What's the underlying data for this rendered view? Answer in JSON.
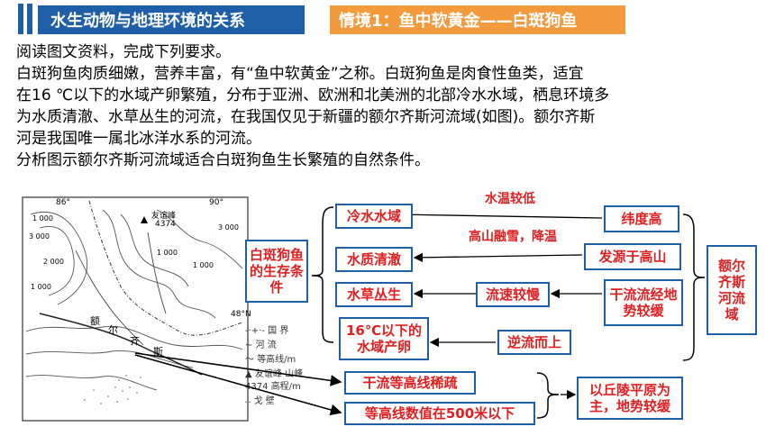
{
  "header": {
    "title": "水生动物与地理环境的关系",
    "scene": "情境1：鱼中软黄金——白斑狗鱼",
    "accent": "#1f5fa8",
    "scene_color": "#f29a3c"
  },
  "text": {
    "line1": "阅读图文资料，完成下列要求。",
    "line2": "白斑狗鱼肉质细嫩，营养丰富，有“鱼中软黄金”之称。白斑狗鱼是肉食性鱼类，适宜",
    "line3": "在16 ℃以下的水域产卵繁殖，分布于亚洲、欧洲和北美洲的北部冷水水域，栖息环境多",
    "line4": "为水质清澈、水草丛生的河流，在我国仅见于新疆的额尔齐斯河流域(如图)。额尔齐斯",
    "line5": "河是我国唯一属北冰洋水系的河流。",
    "line6": "分析图示额尔齐斯河流域适合白斑狗鱼生长繁殖的自然条件。"
  },
  "map": {
    "lon_left": "86°",
    "lon_right": "90°",
    "lat": "48°N",
    "peak_name": "友谊峰",
    "peak_elev": "4374",
    "contours": [
      "1 000",
      "3 000",
      "2 000",
      "1 000",
      "1 000",
      "1 000",
      "3 000"
    ],
    "river_chars": [
      "额",
      "尔",
      "齐",
      "斯"
    ],
    "legend": {
      "border": "国 界",
      "river": "河 流",
      "contour": "等高线/m",
      "peak": "山峰",
      "peak_sample_name": "友谊峰",
      "peak_sample_elev": "4374",
      "elevation": "高程/m",
      "desert": "戈 壁"
    }
  },
  "diagram": {
    "left_box": "白斑狗鱼的生存条件",
    "needs": [
      "冷水水域",
      "水质清澈",
      "水草丛生",
      "16℃以下的水域产卵"
    ],
    "causes": {
      "latitude": "纬度高",
      "source": "发源于高山",
      "flow": "干流流经地势较缓",
      "upstream": "逆流而上"
    },
    "labels": {
      "water_temp": "水温较低",
      "snowmelt": "高山融雪，降温"
    },
    "right_box": "额尔齐斯河流域",
    "map_points": [
      "干流等高线稀疏",
      "等高线数值在500米以下"
    ],
    "conclusion": "以丘陵平原为主，地势较缓"
  }
}
